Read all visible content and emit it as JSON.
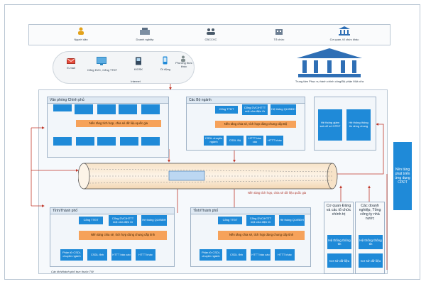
{
  "top_bar": {
    "items": [
      {
        "label": "Người dân",
        "icon": "person-icon"
      },
      {
        "label": "Doanh nghiệp",
        "icon": "building-icon"
      },
      {
        "label": "CBCCVC",
        "icon": "officials-icon"
      },
      {
        "label": "Tổ chức",
        "icon": "organization-icon"
      },
      {
        "label": "Cơ quan, tổ chức khác",
        "icon": "institution-icon"
      }
    ]
  },
  "channels": {
    "email": "E-mail",
    "portal": "Cổng DVC, Cổng TTĐT",
    "kiosk": "KIOSK",
    "mobile": "Di động",
    "direct": "Phương thức khác",
    "internet": "Internet"
  },
  "one_stop": {
    "label": "Trung tâm Phục vụ hành chính công/Bộ phận Một cửa"
  },
  "panels": {
    "gov_office": {
      "title": "Văn phòng Chính phủ",
      "integration": "Nền tảng tích hợp, chia sẻ dữ liệu quốc gia"
    },
    "ministry": {
      "title": "Các Bộ ngành",
      "top": [
        "Cổng TTĐT",
        "Cổng DVC/HTTT một cửa điện tử",
        "Hệ thống QLVBĐH"
      ],
      "integration": "Nền tảng chia sẻ, tích hợp dùng chung cấp Bộ",
      "bottom": [
        "CSDL chuyên ngành",
        "CSDL Bộ",
        "HTTT báo cáo",
        "HTTT khác"
      ]
    },
    "province_left": {
      "title": "Tỉnh/Thành phố",
      "top": [
        "Cổng TTĐT",
        "Cổng DVC/HTTT một cửa điện tử",
        "Hệ thống QLVBĐH"
      ],
      "integration": "Nền tảng chia sẻ, tích hợp dùng chung cấp tỉnh",
      "bottom": [
        "Phần tử CSDL chuyên ngành",
        "CSDL tỉnh",
        "HTTT báo cáo",
        "HTTT khác"
      ]
    },
    "province_right": {
      "title": "Tỉnh/Thành phố",
      "top": [
        "Cổng TTĐT",
        "Cổng DVC/HTTT một cửa điện tử",
        "Hệ thống QLVBĐH"
      ],
      "integration": "Nền tảng chia sẻ, tích hợp dùng chung cấp tỉnh",
      "bottom": [
        "Phần tử CSDL chuyên ngành",
        "CSDL tỉnh",
        "HTTT báo cáo",
        "HTTT khác"
      ]
    }
  },
  "right_blue": {
    "a": "Hệ thống giám sát chỉ số CPĐT",
    "b": "Hệ thống thông tin dùng chung"
  },
  "pipe": {
    "label": "Nền tảng tích hợp, chia sẻ dữ liệu quốc gia"
  },
  "orgs": {
    "party": {
      "title": "Cơ quan Đảng và các tổ chức chính trị",
      "b1": "Hệ thống thông tin",
      "b2": "Cơ sở dữ liệu"
    },
    "enterprise": {
      "title": "Các doanh nghiệp, Tổng công ty nhà nước",
      "b1": "Hệ thống thông tin",
      "b2": "Cơ sở dữ liệu"
    }
  },
  "side_platform": {
    "label": "Nền tảng phát triển ứng dụng CPĐT"
  },
  "footer": {
    "note": "Các tỉnh/thành phố trực thuộc TW"
  },
  "colors": {
    "blue": "#1f8ad8",
    "orange": "#f6a25a",
    "arrow_red": "#c0392b",
    "one_stop_blue": "#2f6fb5"
  }
}
